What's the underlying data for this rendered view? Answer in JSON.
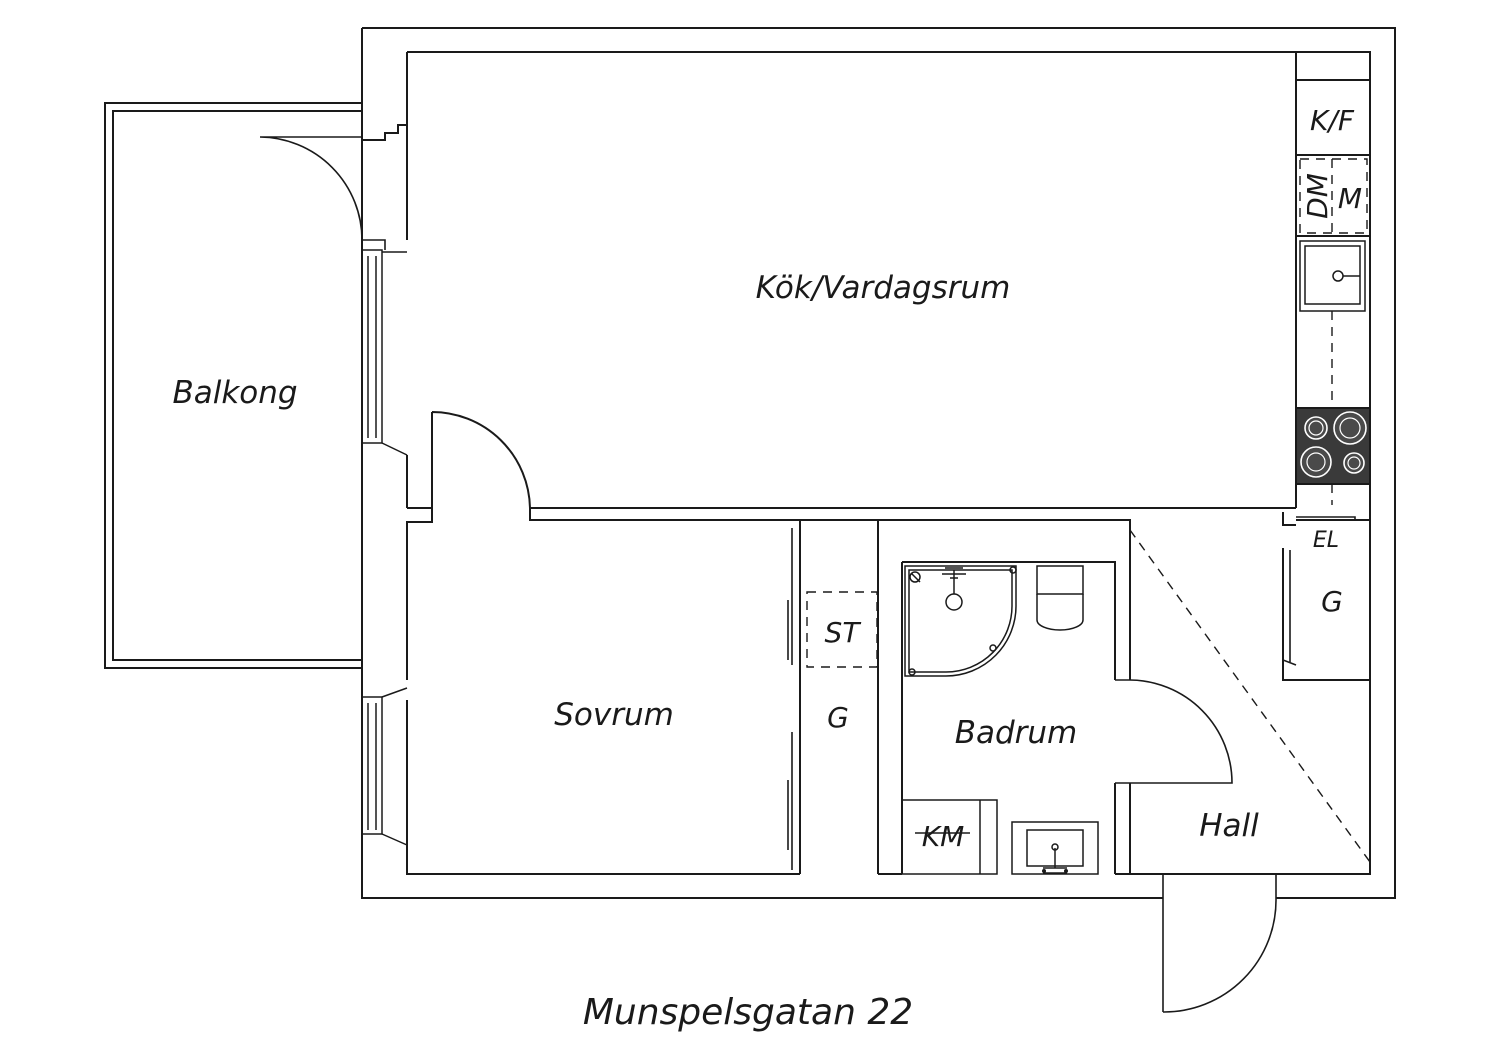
{
  "rooms": {
    "kitchen_living": "Kök/Vardagsrum",
    "balcony": "Balkong",
    "bedroom": "Sovrum",
    "bathroom": "Badrum",
    "hall": "Hall"
  },
  "fixtures": {
    "fridge_freezer": "K/F",
    "dishwasher": "DM",
    "microwave": "M",
    "closet_bedroom": "G",
    "closet_hall": "G",
    "storage": "ST",
    "electric_panel": "EL",
    "washing_machine": "KM"
  },
  "caption": "Munspelsgatan 22",
  "colors": {
    "line": "#1a1a1a",
    "stove": "#3a3a3a",
    "background": "#ffffff"
  }
}
